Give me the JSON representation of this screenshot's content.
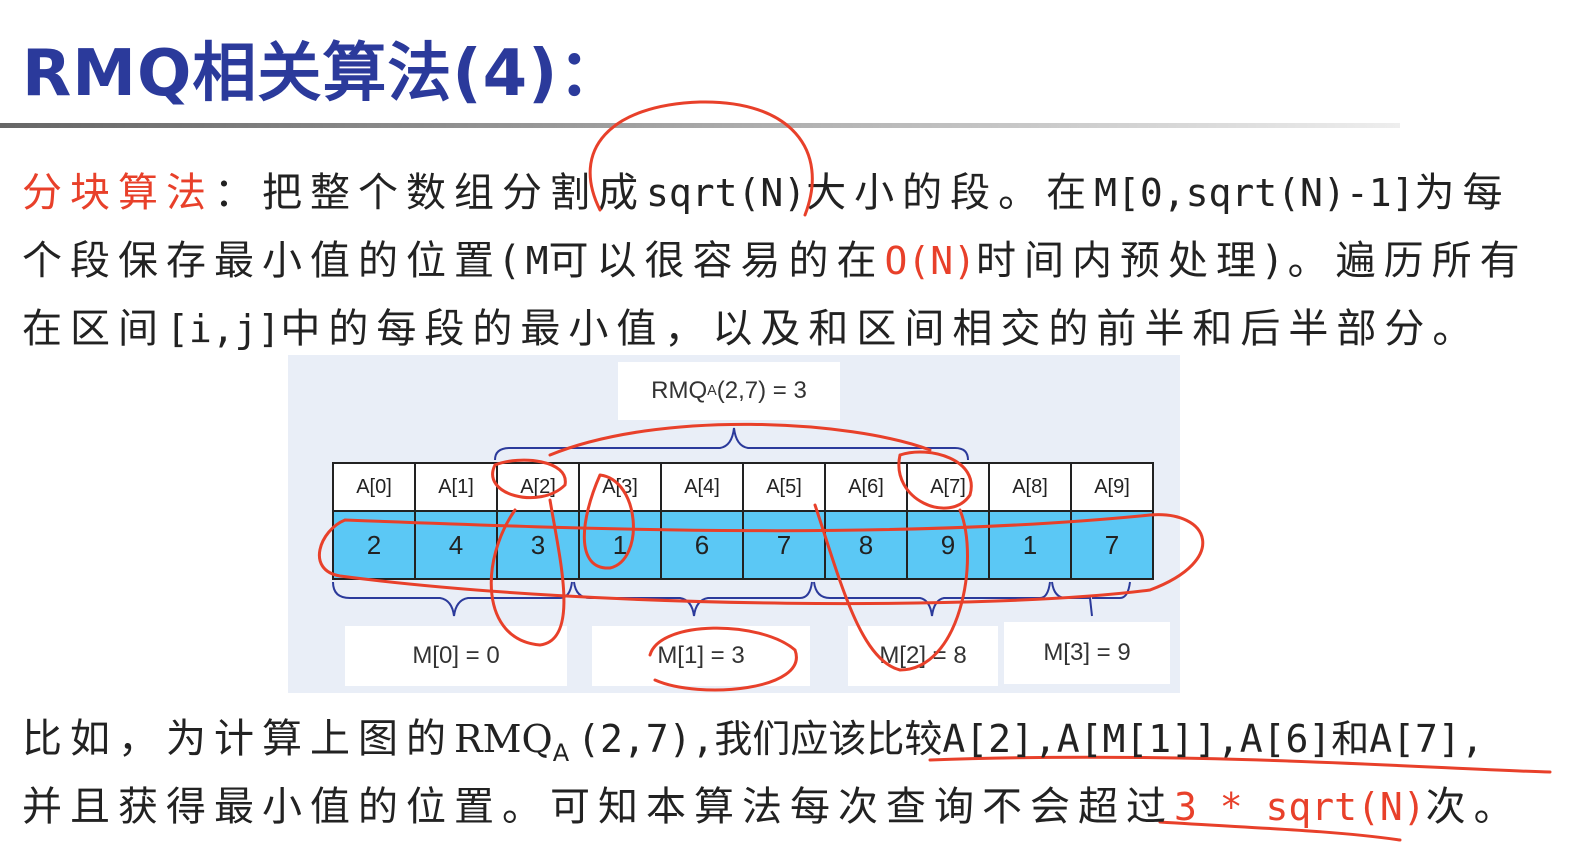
{
  "title": "RMQ相关算法(4)：",
  "para1": {
    "l1": [
      {
        "t": "分块算法",
        "c": "red"
      },
      {
        "t": "：把整个数组分割成"
      },
      {
        "t": "sqrt(N)",
        "m": 1
      },
      {
        "t": "大小的段。在"
      },
      {
        "t": "M[0,sqrt(N)-1]",
        "m": 1
      },
      {
        "t": "为每"
      }
    ],
    "l2": [
      {
        "t": "个段保存最小值的位置("
      },
      {
        "t": "M",
        "m": 1
      },
      {
        "t": "可以很容易的在"
      },
      {
        "t": "O(N)",
        "m": 1,
        "c": "red"
      },
      {
        "t": "时间内预处理)。遍历所有"
      }
    ],
    "l3": [
      {
        "t": "在区间"
      },
      {
        "t": "[i,j]",
        "m": 1
      },
      {
        "t": "中的每段的最小值，以及和区间相交的前半和后半部分。"
      }
    ]
  },
  "diagram": {
    "rmq_prefix": "RMQ",
    "rmq_sub": "A",
    "rmq_suffix": "(2,7) = 3",
    "headers": [
      "A[0]",
      "A[1]",
      "A[2]",
      "A[3]",
      "A[4]",
      "A[5]",
      "A[6]",
      "A[7]",
      "A[8]",
      "A[9]"
    ],
    "values": [
      "2",
      "4",
      "3",
      "1",
      "6",
      "7",
      "8",
      "9",
      "1",
      "7"
    ],
    "m_labels": [
      "M[0] = 0",
      "M[1] = 3",
      "M[2] = 8",
      "M[3] = 9"
    ]
  },
  "para2": {
    "l1a": "比如，为计算上图的",
    "l1b": "RMQ",
    "l1sub": "A",
    "l1c": "(2,7),我们应该比较A[2],A[M[1]],A[6]和A[7],",
    "l2a": "并且获得最小值的位置。可知本算法每次查询不会超过",
    "l2b": "3 * sqrt(N)",
    "l2c": "次。"
  },
  "colors": {
    "title": "#2b3a9b",
    "accent": "#e8402a",
    "cell": "#5bc8f5"
  }
}
